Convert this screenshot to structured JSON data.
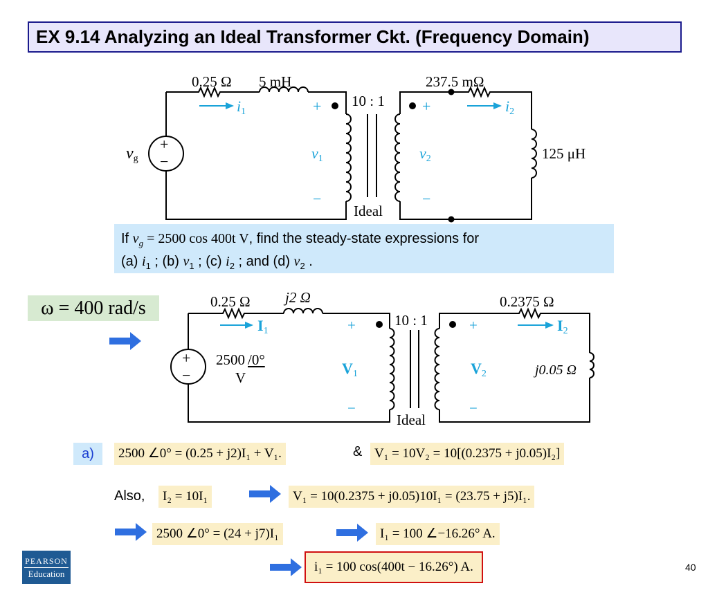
{
  "title": "EX 9.14 Analyzing an Ideal Transformer Ckt. (Frequency Domain)",
  "circuit1": {
    "r1": "0.25 Ω",
    "l1": "5 mH",
    "r2": "237.5 mΩ",
    "l2": "125 μH",
    "ratio": "10 : 1",
    "source": "v",
    "source_sub": "g",
    "i1": "i",
    "i1_sub": "1",
    "i2": "i",
    "i2_sub": "2",
    "v1": "v",
    "v1_sub": "1",
    "v2": "v",
    "v2_sub": "2",
    "plus": "+",
    "minus": "−",
    "ideal": "Ideal"
  },
  "question": {
    "line1_pre": "If ",
    "line1_math": "v",
    "line1_sub": "g",
    "line1_eq": " = 2500 cos 400t V",
    "line1_post": ", find the steady-state expressions for",
    "line2_pre": "(a) ",
    "line2_i1": "i",
    "line2_s1": "1",
    "line2_b": " ; (b) ",
    "line2_v1": "v",
    "line2_s2": "1",
    "line2_c": " ; (c) ",
    "line2_i2": "i",
    "line2_s3": "2",
    "line2_d": " ; and (d) ",
    "line2_v2": "v",
    "line2_s4": "2",
    "line2_end": " ."
  },
  "omega": "ω = 400 rad/s",
  "circuit2": {
    "r1": "0.25 Ω",
    "x1": "j2 Ω",
    "r2": "0.2375 Ω",
    "x2": "j0.05 Ω",
    "ratio": "10 : 1",
    "source_mag": "2500",
    "source_ang": "/0°",
    "source_unit": "V",
    "i1": "I",
    "i1_sub": "1",
    "i2": "I",
    "i2_sub": "2",
    "v1": "V",
    "v1_sub": "1",
    "v2": "V",
    "v2_sub": "2",
    "plus": "+",
    "minus": "−",
    "ideal": "Ideal"
  },
  "solution": {
    "label_a": "a)",
    "eq1": "2500 ∠0° = (0.25 + j2)I₁ + V₁.",
    "amp": "&",
    "eq2": "V₁ = 10V₂ = 10[(0.2375 + j0.05)I₂]",
    "also": "Also,",
    "eq3": "I₂ = 10I₁",
    "eq4": "V₁ = 10(0.2375 + j0.05)10I₁ = (23.75 + j5)I₁.",
    "eq5": "2500 ∠0° = (24 + j7)I₁",
    "eq6": "I₁ = 100 ∠−16.26° A.",
    "eq7": "i₁ = 100 cos(400t − 16.26°) A."
  },
  "logo": {
    "top": "PEARSON",
    "bottom": "Education"
  },
  "page_number": "40",
  "colors": {
    "accent_blue": "#1aa3d9",
    "arrow_blue": "#2f6fe0",
    "title_border": "#1a1a8c",
    "answer_border": "#d01010"
  }
}
